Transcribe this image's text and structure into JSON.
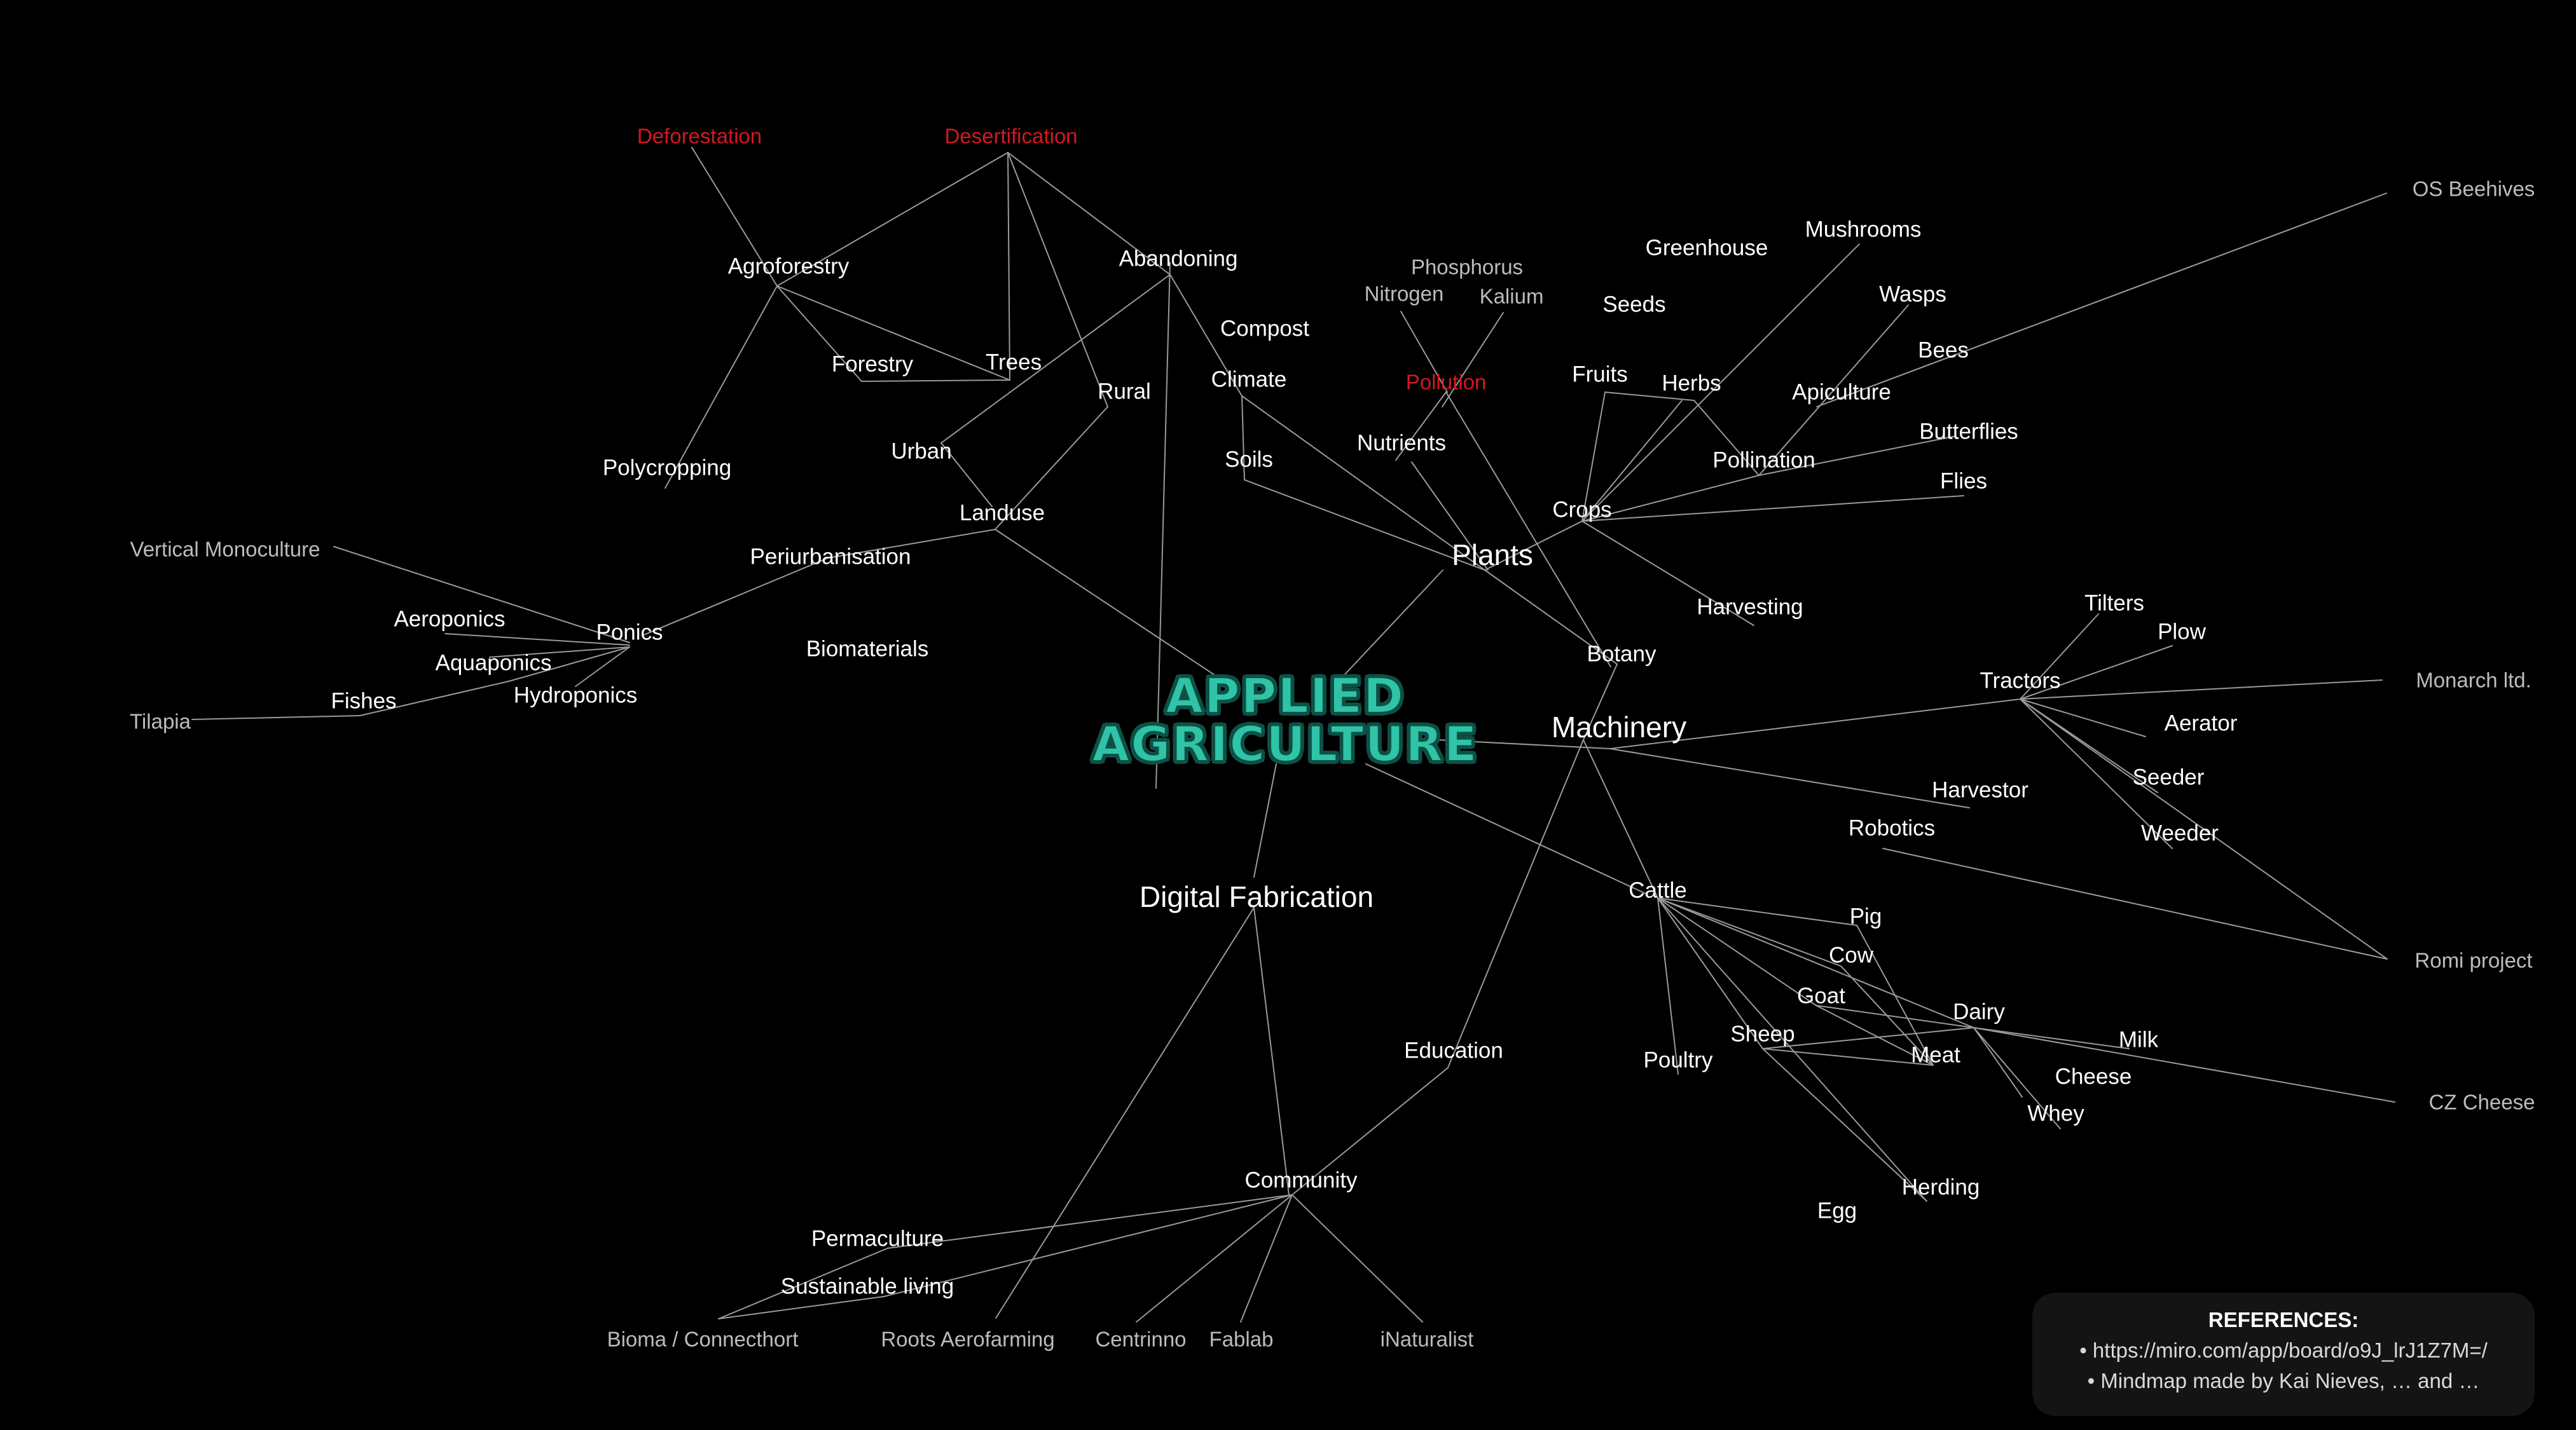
{
  "colors": {
    "background": "#000000",
    "edge": "#9a9a9a",
    "text": "#ffffff",
    "muted": "#bcbcbc",
    "warning": "#d4181f",
    "center_fill": "#2fc3a8",
    "center_outline": "#0e5045",
    "references_bg": "#141414"
  },
  "center": {
    "line1": "APPLIED",
    "line2": "AGRICULTURE"
  },
  "nodes": {
    "plants": "Plants",
    "machinery": "Machinery",
    "digital_fabrication": "Digital Fabrication",
    "deforestation": "Deforestation",
    "desertification": "Desertification",
    "agroforestry": "Agroforestry",
    "abandoning": "Abandoning",
    "forestry": "Forestry",
    "trees": "Trees",
    "rural": "Rural",
    "compost": "Compost",
    "climate": "Climate",
    "urban": "Urban",
    "soils": "Soils",
    "polycropping": "Polycropping",
    "landuse": "Landuse",
    "periurbanisation": "Periurbanisation",
    "vertical_monoculture": "Vertical Monoculture",
    "ponics": "Ponics",
    "aeroponics": "Aeroponics",
    "aquaponics": "Aquaponics",
    "hydroponics": "Hydroponics",
    "fishes": "Fishes",
    "tilapia": "Tilapia",
    "biomaterials": "Biomaterials",
    "phosphorus": "Phosphorus",
    "nitrogen": "Nitrogen",
    "kalium": "Kalium",
    "pollution": "Pollution",
    "nutrients": "Nutrients",
    "greenhouse": "Greenhouse",
    "mushrooms": "Mushrooms",
    "seeds": "Seeds",
    "wasps": "Wasps",
    "fruits": "Fruits",
    "herbs": "Herbs",
    "apiculture": "Apiculture",
    "bees": "Bees",
    "os_beehives": "OS Beehives",
    "butterflies": "Butterflies",
    "pollination": "Pollination",
    "flies": "Flies",
    "crops": "Crops",
    "harvesting": "Harvesting",
    "botany": "Botany",
    "tilters": "Tilters",
    "plow": "Plow",
    "tractors": "Tractors",
    "monarch": "Monarch ltd.",
    "aerator": "Aerator",
    "seeder": "Seeder",
    "harvestor": "Harvestor",
    "robotics": "Robotics",
    "weeder": "Weeder",
    "romi": "Romi project",
    "cattle": "Cattle",
    "pig": "Pig",
    "cow": "Cow",
    "goat": "Goat",
    "dairy": "Dairy",
    "sheep": "Sheep",
    "meat": "Meat",
    "milk": "Milk",
    "poultry": "Poultry",
    "cheese": "Cheese",
    "cz_cheese": "CZ Cheese",
    "whey": "Whey",
    "herding": "Herding",
    "egg": "Egg",
    "education": "Education",
    "community": "Community",
    "permaculture": "Permaculture",
    "sustainable_living": "Sustainable living",
    "bioma": "Bioma / Connecthort",
    "roots_aerofarming": "Roots Aerofarming",
    "centrinno": "Centrinno",
    "fablab": "Fablab",
    "inaturalist": "iNaturalist"
  },
  "references": {
    "title": "REFERENCES:",
    "items": [
      "• https://miro.com/app/board/o9J_lrJ1Z7M=/",
      "• Mindmap made by Kai Nieves, … and …"
    ]
  }
}
